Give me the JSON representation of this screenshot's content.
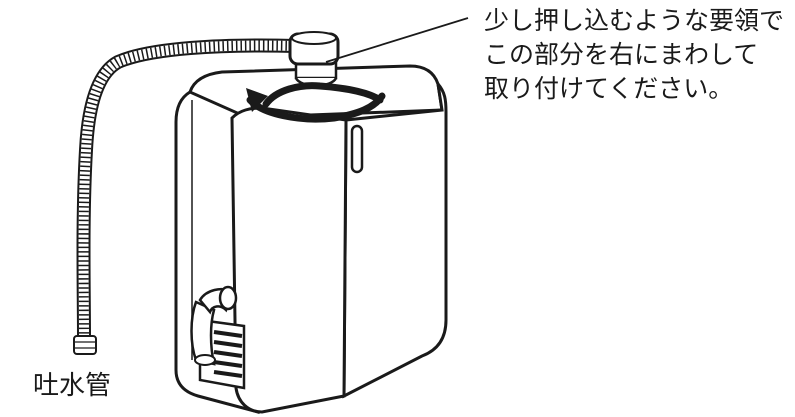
{
  "instruction": {
    "lines": [
      "少し押し込むような要領で",
      "この部分を右にまわして",
      "取り付けてください。"
    ]
  },
  "labels": {
    "hose": "吐水管"
  },
  "colors": {
    "stroke": "#1a1a1a",
    "body": "#ffffff",
    "shade": "#e9e9e9"
  },
  "icons": {
    "rotate": "curved-arrow-clockwise"
  }
}
